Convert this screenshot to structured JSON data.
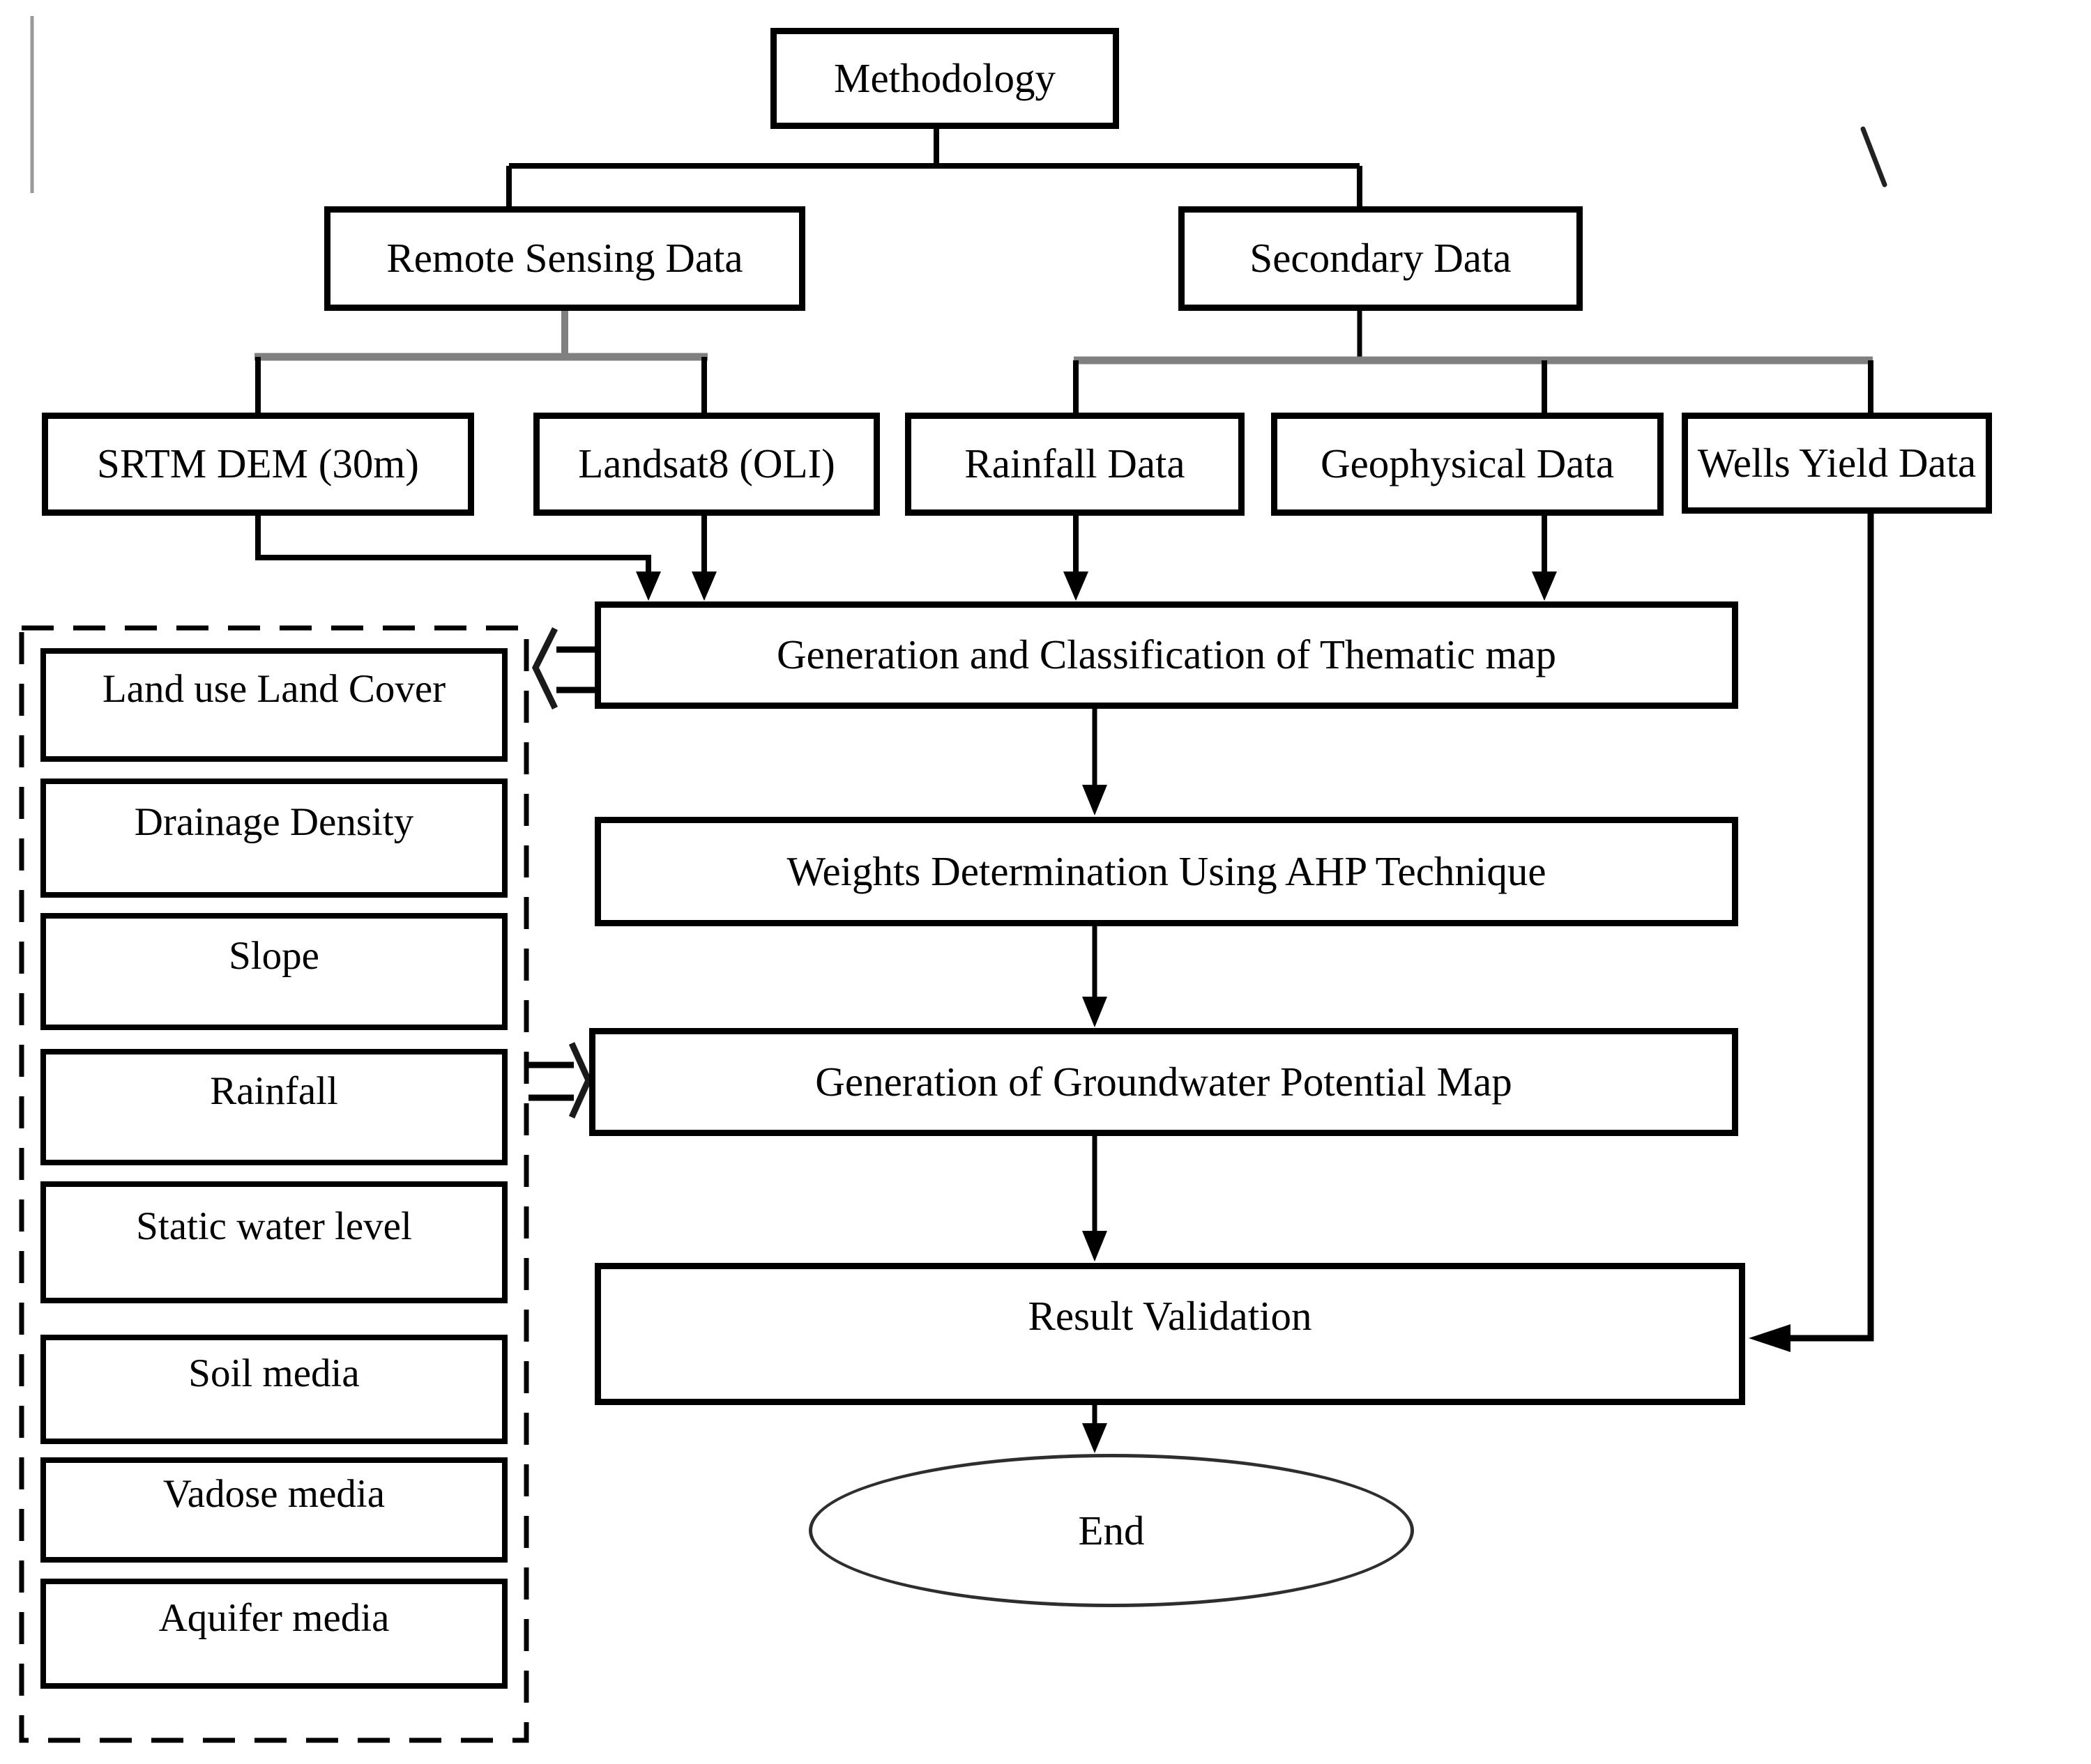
{
  "diagram_title": "Methodology",
  "nodes": {
    "methodology": {
      "label": "Methodology"
    },
    "remote_sensing": {
      "label": "Remote Sensing Data"
    },
    "secondary": {
      "label": "Secondary Data"
    },
    "srtm": {
      "label": "SRTM DEM (30m)"
    },
    "landsat": {
      "label": "Landsat8 (OLI)"
    },
    "rainfall_data": {
      "label": "Rainfall Data"
    },
    "geophysical": {
      "label": "Geophysical Data"
    },
    "wells_yield": {
      "label": "Wells Yield Data"
    },
    "thematic": {
      "label": "Generation and Classification of Thematic map"
    },
    "weights": {
      "label": "Weights Determination Using AHP Technique"
    },
    "groundwater": {
      "label": "Generation of Groundwater Potential Map"
    },
    "result_validation": {
      "label": "Result Validation"
    },
    "end": {
      "label": "End"
    }
  },
  "panel": {
    "items": [
      "Land use Land Cover",
      "Drainage Density",
      "Slope",
      "Rainfall",
      "Static water level",
      "Soil media",
      "Vadose media",
      "Aquifer media"
    ]
  },
  "edges": [
    {
      "from": "methodology",
      "to": "remote_sensing"
    },
    {
      "from": "methodology",
      "to": "secondary"
    },
    {
      "from": "remote_sensing",
      "to": "srtm"
    },
    {
      "from": "remote_sensing",
      "to": "landsat"
    },
    {
      "from": "secondary",
      "to": "rainfall_data"
    },
    {
      "from": "secondary",
      "to": "geophysical"
    },
    {
      "from": "secondary",
      "to": "wells_yield"
    },
    {
      "from": "srtm",
      "to": "thematic",
      "arrow": true
    },
    {
      "from": "landsat",
      "to": "thematic",
      "arrow": true
    },
    {
      "from": "rainfall_data",
      "to": "thematic",
      "arrow": true
    },
    {
      "from": "geophysical",
      "to": "thematic",
      "arrow": true
    },
    {
      "from": "thematic",
      "to": "thematic_layers_panel",
      "arrow": true
    },
    {
      "from": "thematic",
      "to": "weights",
      "arrow": true
    },
    {
      "from": "weights",
      "to": "groundwater",
      "arrow": true
    },
    {
      "from": "thematic_layers_panel",
      "to": "groundwater",
      "arrow": true
    },
    {
      "from": "groundwater",
      "to": "result_validation",
      "arrow": true
    },
    {
      "from": "wells_yield",
      "to": "result_validation",
      "arrow": true
    },
    {
      "from": "result_validation",
      "to": "end",
      "arrow": true
    }
  ],
  "colors": {
    "line": "#000000",
    "rail": "#808080",
    "ellipse_stroke": "#2e2e2e",
    "stray_mark": "#999999"
  }
}
